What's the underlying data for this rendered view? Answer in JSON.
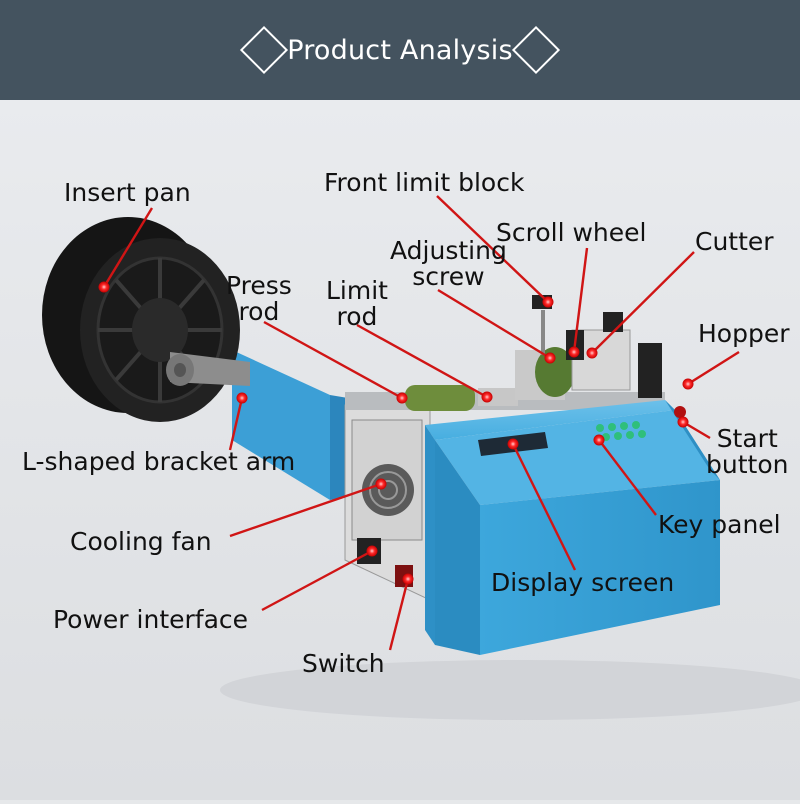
{
  "header": {
    "title": "Product Analysis",
    "icon": "diamond-icon",
    "background": "#44535f"
  },
  "colors": {
    "machine_blue": "#3aa6dc",
    "leader_line": "#d01515",
    "dot": "#ff2424"
  },
  "labels": {
    "insert_pan": "Insert pan",
    "front_limit_block": "Front limit block",
    "scroll_wheel": "Scroll wheel",
    "adjusting_screw_1": "Adjusting",
    "adjusting_screw_2": "screw",
    "cutter": "Cutter",
    "press_rod_1": "Press",
    "press_rod_2": "rod",
    "limit_rod_1": "Limit",
    "limit_rod_2": "rod",
    "hopper": "Hopper",
    "start_button_1": "Start",
    "start_button_2": "button",
    "l_bracket": "L-shaped bracket arm",
    "cooling_fan": "Cooling fan",
    "key_panel": "Key panel",
    "display_screen": "Display screen",
    "power_interface": "Power interface",
    "switch": "Switch"
  }
}
